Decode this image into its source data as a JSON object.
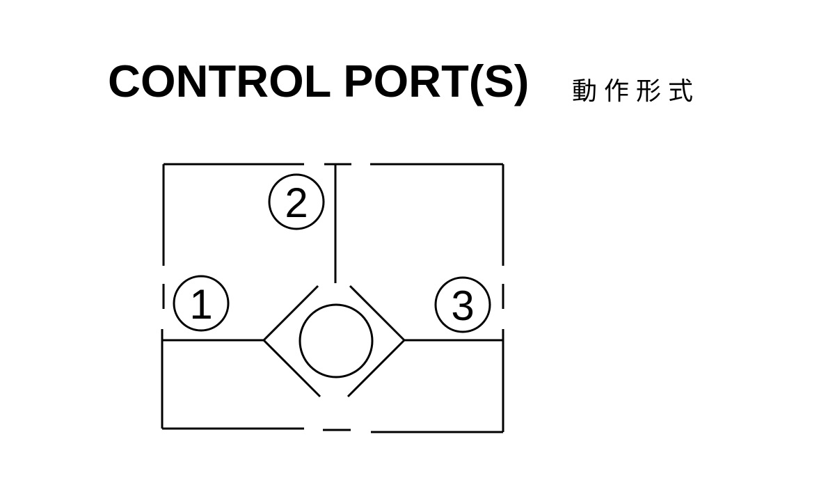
{
  "title": "CONTROL PORT(S)",
  "subtitle": "動作形式",
  "ports": [
    {
      "id": "1",
      "label": "1"
    },
    {
      "id": "2",
      "label": "2"
    },
    {
      "id": "3",
      "label": "3"
    }
  ],
  "colors": {
    "line": "#000000",
    "background": "#ffffff"
  }
}
